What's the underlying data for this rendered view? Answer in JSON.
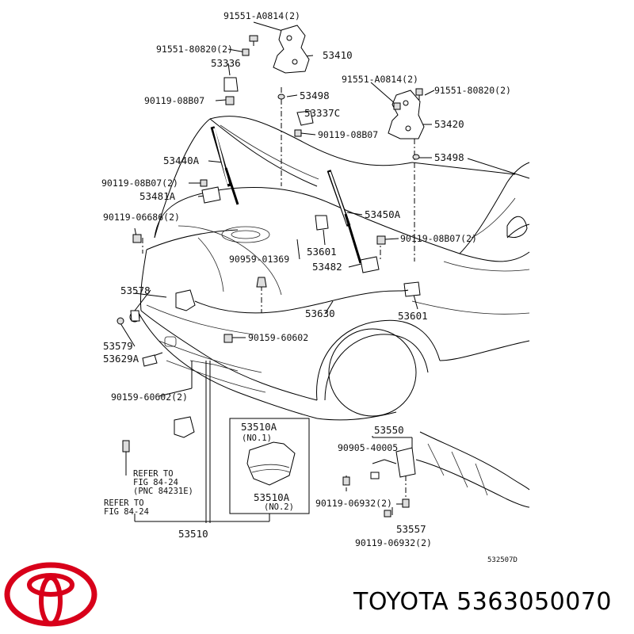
{
  "labels": {
    "l1": "91551-A0814(2)",
    "l2": "91551-80820(2)",
    "l3": "53336",
    "l4": "53410",
    "l5": "53498",
    "l6": "90119-08B07",
    "l7": "91551-A0814(2)",
    "l8": "91551-80820(2)",
    "l9": "53337C",
    "l10": "53420",
    "l11": "90119-08B07",
    "l12": "53440A",
    "l13": "53498",
    "l14": "90119-08B07(2)",
    "l15": "53481A",
    "l16": "53450A",
    "l17": "90119-06686(2)",
    "l18": "53601",
    "l19": "90119-08B07(2)",
    "l20": "90959-01369",
    "l21": "53482",
    "l22": "53578",
    "l23": "53630",
    "l24": "53601",
    "l25": "53579",
    "l26": "90159-60602",
    "l27": "53629A",
    "l28": "90159-60602(2)",
    "l29": "53510A",
    "l30": "(NO.1)",
    "l31": "53550",
    "l32": "90905-40005",
    "l33": "REFER TO",
    "l34": "FIG 84-24",
    "l35": "(PNC 84231E)",
    "l36": "53510A",
    "l37": "(NO.2)",
    "l38": "90119-06932(2)",
    "l39": "REFER TO",
    "l40": "FIG 84-24",
    "l41": "53557",
    "l42": "53510",
    "l43": "90119-06932(2)",
    "l44": "532507D"
  },
  "footer": {
    "title": "TOYOTA 5363050070"
  },
  "colors": {
    "logo": "#d8001a",
    "line": "#000000"
  },
  "icons": {
    "logo": "toyota-logo-icon"
  }
}
